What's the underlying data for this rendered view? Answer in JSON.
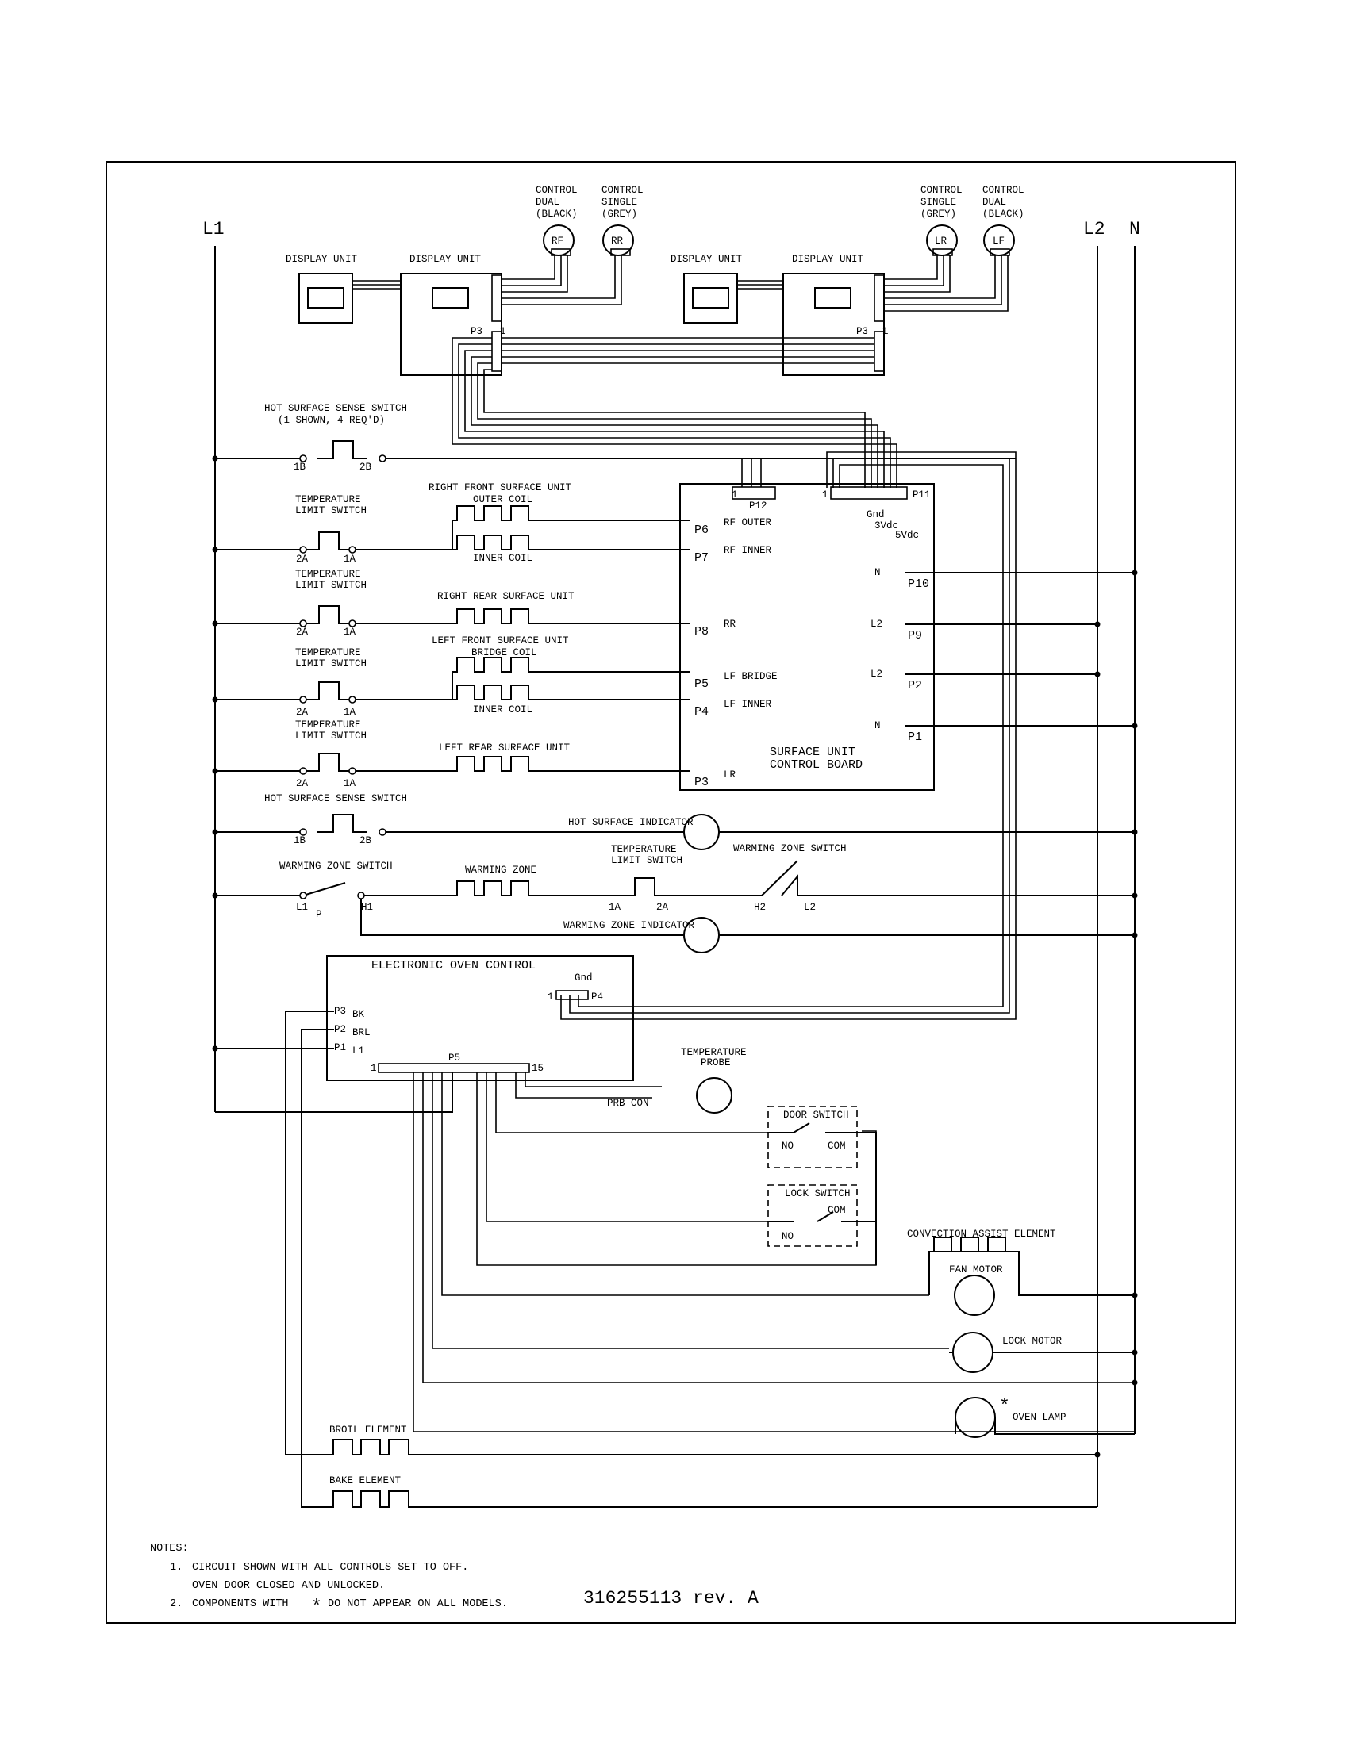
{
  "document_number": "316255113 rev. A",
  "bus_labels": {
    "l1": "L1",
    "l2": "L2",
    "n": "N"
  },
  "controls": [
    {
      "id": "RF",
      "line1": "CONTROL",
      "line2": "DUAL",
      "line3": "(BLACK)"
    },
    {
      "id": "RR",
      "line1": "CONTROL",
      "line2": "SINGLE",
      "line3": "(GREY)"
    },
    {
      "id": "LR",
      "line1": "CONTROL",
      "line2": "SINGLE",
      "line3": "(GREY)"
    },
    {
      "id": "LF",
      "line1": "CONTROL",
      "line2": "DUAL",
      "line3": "(BLACK)"
    }
  ],
  "display_unit_label": "DISPLAY UNIT",
  "p3_label": "P3",
  "pin_one": "1",
  "hot_surface_sense_switch": {
    "line1": "HOT SURFACE SENSE SWITCH",
    "line2": "(1 SHOWN, 4 REQ'D)",
    "t1": "1B",
    "t2": "2B"
  },
  "temperature_limit_switch": {
    "line1": "TEMPERATURE",
    "line2": "LIMIT SWITCH",
    "t1": "2A",
    "t2": "1A"
  },
  "surface_units": {
    "right_front": "RIGHT FRONT SURFACE UNIT",
    "outer_coil": "OUTER COIL",
    "inner_coil": "INNER COIL",
    "right_rear": "RIGHT REAR SURFACE UNIT",
    "left_front": "LEFT FRONT SURFACE UNIT",
    "bridge_coil": "BRIDGE COIL",
    "left_rear": "LEFT REAR SURFACE UNIT"
  },
  "control_board": {
    "title_line1": "SURFACE UNIT",
    "title_line2": "CONTROL BOARD",
    "p12": "P12",
    "p11": "P11",
    "gnd": "Gnd",
    "v3": "3Vdc",
    "v5": "5Vdc",
    "left_pins": [
      {
        "pin": "P6",
        "sig": "RF OUTER"
      },
      {
        "pin": "P7",
        "sig": "RF INNER"
      },
      {
        "pin": "P8",
        "sig": "RR"
      },
      {
        "pin": "P5",
        "sig": "LF BRIDGE"
      },
      {
        "pin": "P4",
        "sig": "LF INNER"
      },
      {
        "pin": "P3",
        "sig": "LR"
      }
    ],
    "right_pins": [
      {
        "pin": "P10",
        "sig": "N"
      },
      {
        "pin": "P9",
        "sig": "L2"
      },
      {
        "pin": "P2",
        "sig": "L2"
      },
      {
        "pin": "P1",
        "sig": "N"
      }
    ]
  },
  "hot_surface_indicator": "HOT SURFACE INDICATOR",
  "warming_zone": {
    "switch_label": "WARMING ZONE SWITCH",
    "zone_label": "WARMING ZONE",
    "limit_line1": "TEMPERATURE",
    "limit_line2": "LIMIT SWITCH",
    "indicator": "WARMING ZONE INDICATOR",
    "t_l1": "L1",
    "t_p": "P",
    "t_h1": "H1",
    "t_1a": "1A",
    "t_2a": "2A",
    "t_h2": "H2",
    "t_l2": "L2"
  },
  "oven_control": {
    "title": "ELECTRONIC OVEN CONTROL",
    "gnd": "Gnd",
    "p4": "P4",
    "p5": "P5",
    "pin_1": "1",
    "pin_15": "15",
    "pins": [
      {
        "pin": "P3",
        "sig": "BK"
      },
      {
        "pin": "P2",
        "sig": "BRL"
      },
      {
        "pin": "P1",
        "sig": "L1"
      }
    ]
  },
  "temperature_probe": {
    "line1": "TEMPERATURE",
    "line2": "PROBE",
    "conn": "PRB CON"
  },
  "door_switch": {
    "title": "DOOR SWITCH",
    "no": "NO",
    "com": "COM"
  },
  "lock_switch": {
    "title": "LOCK SWITCH",
    "com": "COM",
    "no": "NO"
  },
  "convection_assist_element": "CONVECTION ASSIST ELEMENT",
  "fan_motor": "FAN MOTOR",
  "lock_motor": "LOCK MOTOR",
  "oven_lamp": "OVEN LAMP",
  "broil_element": "BROIL ELEMENT",
  "bake_element": "BAKE ELEMENT",
  "notes": {
    "heading": "NOTES:",
    "n1_num": "1.",
    "n1_line1": "CIRCUIT SHOWN WITH ALL CONTROLS SET TO OFF.",
    "n1_line2": "OVEN DOOR CLOSED AND UNLOCKED.",
    "n2_num": "2.",
    "n2_prefix": "COMPONENTS WITH",
    "n2_suffix": "DO NOT APPEAR ON ALL MODELS."
  }
}
